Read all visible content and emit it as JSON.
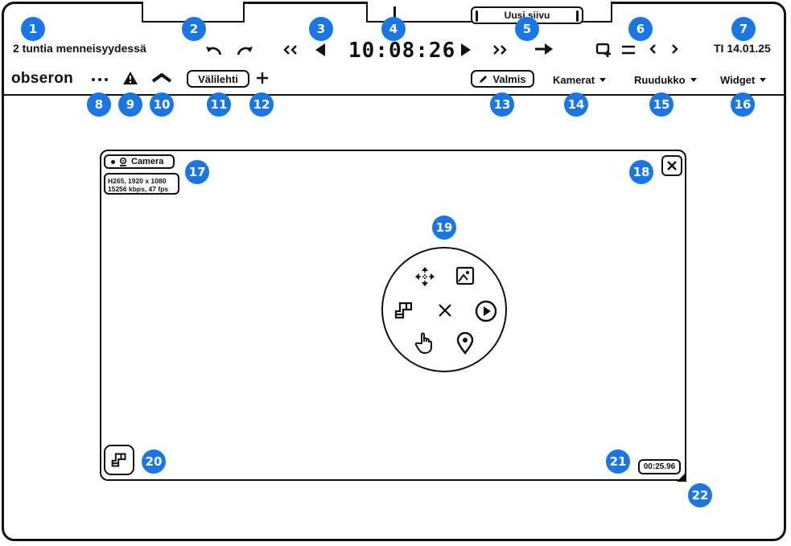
{
  "header": {
    "time_range_label": "2 tuntia menneisyydessä",
    "clock": "10:08:26",
    "date": "TI 14.01.25",
    "new_page_tab": "Uusi siivu"
  },
  "toolbar": {
    "logo": "obseron",
    "tab_label": "Välilehti",
    "done_label": "Valmis",
    "cameras_menu": "Kamerat",
    "grid_menu": "Ruudukko",
    "widget_menu": "Widget"
  },
  "camera_panel": {
    "camera_label": "Camera",
    "stream_info_line1": "H265, 1920 x 1080",
    "stream_info_line2": "15256 kbps, 47 fps",
    "timer": "00:25.96"
  },
  "badges": [
    "1",
    "2",
    "3",
    "4",
    "5",
    "6",
    "7",
    "8",
    "9",
    "10",
    "11",
    "12",
    "13",
    "14",
    "15",
    "16",
    "17",
    "18",
    "19",
    "20",
    "21",
    "22"
  ],
  "colors": {
    "badge": "#1976e6",
    "stroke": "#111111"
  }
}
